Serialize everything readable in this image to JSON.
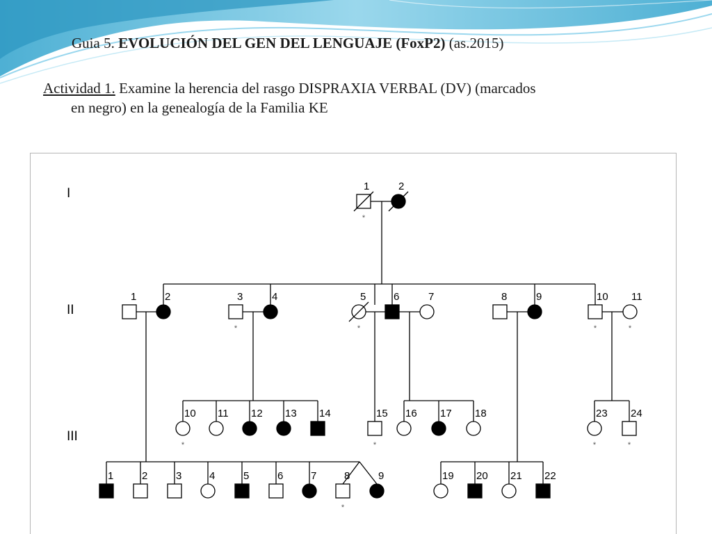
{
  "slide": {
    "title_prefix": "Guia 5.",
    "title_bold": "EVOLUCIÓN DEL GEN DEL LENGUAJE (FoxP2)",
    "title_suffix": "(as.2015)",
    "activity_label": "Actividad 1.",
    "activity_line1": "Examine la herencia del rasgo DISPRAXIA VERBAL (DV) (marcados",
    "activity_line2": "en negro) en la genealogía  de la Familia KE"
  },
  "pedigree": {
    "generations": [
      "I",
      "II",
      "III"
    ],
    "asterisk": "*",
    "legend": {
      "affected": "filled (black)",
      "unaffected": "open",
      "deceased": "slashed"
    },
    "individuals": [
      {
        "gen": "I",
        "n": "1",
        "sex": "male",
        "affected": false,
        "deceased": true,
        "asterisk": true
      },
      {
        "gen": "I",
        "n": "2",
        "sex": "female",
        "affected": true,
        "deceased": true,
        "asterisk": false
      },
      {
        "gen": "II",
        "n": "1",
        "sex": "male",
        "affected": false,
        "deceased": false,
        "asterisk": false
      },
      {
        "gen": "II",
        "n": "2",
        "sex": "female",
        "affected": true,
        "deceased": false,
        "asterisk": false
      },
      {
        "gen": "II",
        "n": "3",
        "sex": "male",
        "affected": false,
        "deceased": false,
        "asterisk": true
      },
      {
        "gen": "II",
        "n": "4",
        "sex": "female",
        "affected": true,
        "deceased": false,
        "asterisk": false
      },
      {
        "gen": "II",
        "n": "5",
        "sex": "female",
        "affected": false,
        "deceased": true,
        "asterisk": true
      },
      {
        "gen": "II",
        "n": "6",
        "sex": "male",
        "affected": true,
        "deceased": false,
        "asterisk": false
      },
      {
        "gen": "II",
        "n": "7",
        "sex": "female",
        "affected": false,
        "deceased": false,
        "asterisk": false
      },
      {
        "gen": "II",
        "n": "8",
        "sex": "male",
        "affected": false,
        "deceased": false,
        "asterisk": false
      },
      {
        "gen": "II",
        "n": "9",
        "sex": "female",
        "affected": true,
        "deceased": false,
        "asterisk": false
      },
      {
        "gen": "II",
        "n": "10",
        "sex": "male",
        "affected": false,
        "deceased": false,
        "asterisk": true
      },
      {
        "gen": "II",
        "n": "11",
        "sex": "female",
        "affected": false,
        "deceased": false,
        "asterisk": true
      },
      {
        "gen": "III",
        "n": "10",
        "sex": "female",
        "affected": false,
        "deceased": false,
        "asterisk": true
      },
      {
        "gen": "III",
        "n": "11",
        "sex": "female",
        "affected": false,
        "deceased": false,
        "asterisk": false
      },
      {
        "gen": "III",
        "n": "12",
        "sex": "female",
        "affected": true,
        "deceased": false,
        "asterisk": false
      },
      {
        "gen": "III",
        "n": "13",
        "sex": "female",
        "affected": true,
        "deceased": false,
        "asterisk": false
      },
      {
        "gen": "III",
        "n": "14",
        "sex": "male",
        "affected": true,
        "deceased": false,
        "asterisk": false
      },
      {
        "gen": "III",
        "n": "15",
        "sex": "male",
        "affected": false,
        "deceased": false,
        "asterisk": true
      },
      {
        "gen": "III",
        "n": "16",
        "sex": "female",
        "affected": false,
        "deceased": false,
        "asterisk": false
      },
      {
        "gen": "III",
        "n": "17",
        "sex": "female",
        "affected": true,
        "deceased": false,
        "asterisk": false
      },
      {
        "gen": "III",
        "n": "18",
        "sex": "female",
        "affected": false,
        "deceased": false,
        "asterisk": false
      },
      {
        "gen": "III",
        "n": "23",
        "sex": "female",
        "affected": false,
        "deceased": false,
        "asterisk": true
      },
      {
        "gen": "III",
        "n": "24",
        "sex": "male",
        "affected": false,
        "deceased": false,
        "asterisk": true
      },
      {
        "gen": "III",
        "n": "1",
        "sex": "male",
        "affected": true,
        "deceased": false,
        "asterisk": false
      },
      {
        "gen": "III",
        "n": "2",
        "sex": "male",
        "affected": false,
        "deceased": false,
        "asterisk": false
      },
      {
        "gen": "III",
        "n": "3",
        "sex": "male",
        "affected": false,
        "deceased": false,
        "asterisk": false
      },
      {
        "gen": "III",
        "n": "4",
        "sex": "female",
        "affected": false,
        "deceased": false,
        "asterisk": false
      },
      {
        "gen": "III",
        "n": "5",
        "sex": "male",
        "affected": true,
        "deceased": false,
        "asterisk": false
      },
      {
        "gen": "III",
        "n": "6",
        "sex": "male",
        "affected": false,
        "deceased": false,
        "asterisk": false
      },
      {
        "gen": "III",
        "n": "7",
        "sex": "female",
        "affected": true,
        "deceased": false,
        "asterisk": false
      },
      {
        "gen": "III",
        "n": "8",
        "sex": "male",
        "affected": false,
        "deceased": false,
        "asterisk": true
      },
      {
        "gen": "III",
        "n": "9",
        "sex": "female",
        "affected": true,
        "deceased": false,
        "asterisk": false
      },
      {
        "gen": "III",
        "n": "19",
        "sex": "female",
        "affected": false,
        "deceased": false,
        "asterisk": false
      },
      {
        "gen": "III",
        "n": "20",
        "sex": "male",
        "affected": true,
        "deceased": false,
        "asterisk": false
      },
      {
        "gen": "III",
        "n": "21",
        "sex": "female",
        "affected": false,
        "deceased": false,
        "asterisk": false
      },
      {
        "gen": "III",
        "n": "22",
        "sex": "male",
        "affected": true,
        "deceased": false,
        "asterisk": false
      }
    ]
  },
  "colors": {
    "text": "#1a1a1a",
    "affected": "#000000",
    "line": "#000000",
    "wave": "#5bb8d6",
    "box_border": "#b5b5b5"
  }
}
